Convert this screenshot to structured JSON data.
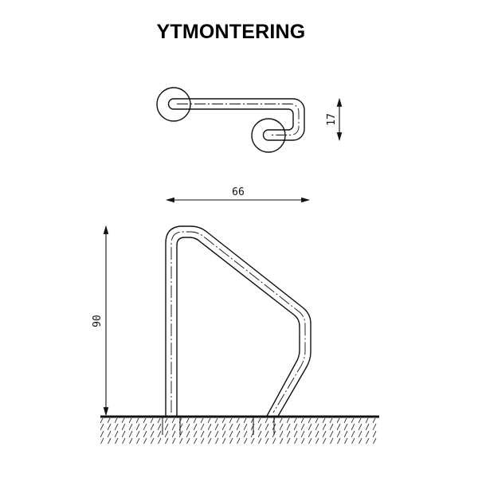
{
  "title": "YTMONTERING",
  "dimensions": {
    "offset": "17",
    "width": "66",
    "height": "90"
  },
  "colors": {
    "line": "#111111",
    "ground": "#111111",
    "background": "#ffffff"
  }
}
